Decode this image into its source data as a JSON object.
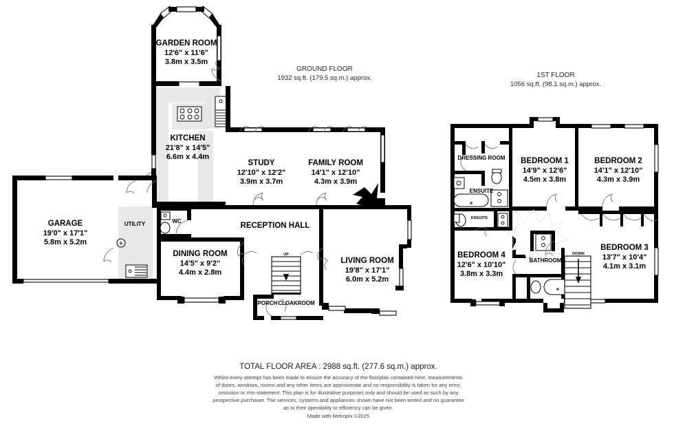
{
  "document": {
    "type": "floorplan",
    "total_area_label": "TOTAL FLOOR AREA : 2988 sq.ft. (277.6 sq.m.) approx.",
    "made_with": "Made with Metropix ©2025",
    "disclaimer": [
      "Whilst every attempt has been made to ensure the accuracy of the floorplan contained here, measurements",
      "of doors, windows, rooms and any other items are approximate and no responsibility is taken for any error,",
      "omission or mis-statement. This plan is for illustrative purposes only and should be used as such by any",
      "prospective purchaser. The services, systems and appliances shown have not been tested and no guarantee",
      "as to their operability or efficiency can be given."
    ]
  },
  "floors": [
    {
      "id": "ground",
      "title": "GROUND FLOOR",
      "area": "1932 sq.ft. (179.5 sq.m.) approx."
    },
    {
      "id": "first",
      "title": "1ST FLOOR",
      "area": "1056 sq.ft. (98.1 sq.m.) approx."
    }
  ],
  "ground_rooms": [
    {
      "name": "GARDEN ROOM",
      "dim_imperial": "12'6\"  x 11'6\"",
      "dim_metric": "3.8m  x 3.5m"
    },
    {
      "name": "KITCHEN",
      "dim_imperial": "21'8\"  x 14'5\"",
      "dim_metric": "6.6m  x 4.4m"
    },
    {
      "name": "STUDY",
      "dim_imperial": "12'10\"  x 12'2\"",
      "dim_metric": "3.9m  x 3.7m"
    },
    {
      "name": "FAMILY ROOM",
      "dim_imperial": "14'1\"  x 12'10\"",
      "dim_metric": "4.3m  x 3.9m"
    },
    {
      "name": "GARAGE",
      "dim_imperial": "19'0\"  x 17'1\"",
      "dim_metric": "5.8m  x 5.2m"
    },
    {
      "name": "DINING ROOM",
      "dim_imperial": "14'5\"  x 9'2\"",
      "dim_metric": "4.4m  x 2.8m"
    },
    {
      "name": "LIVING ROOM",
      "dim_imperial": "19'8\"  x 17'1\"",
      "dim_metric": "6.0m  x 5.2m"
    }
  ],
  "ground_labels": {
    "reception_hall": "RECEPTION HALL",
    "utility": "UTILITY",
    "wc": "WC",
    "porch": "PORCH",
    "cloakroom": "CLOAKROOM",
    "boiler": "B",
    "stairs_up": "UP"
  },
  "first_rooms": [
    {
      "name": "BEDROOM 1",
      "dim_imperial": "14'9\"  x 12'6\"",
      "dim_metric": "4.5m  x 3.8m"
    },
    {
      "name": "BEDROOM 2",
      "dim_imperial": "14'1\"  x 12'10\"",
      "dim_metric": "4.3m  x 3.9m"
    },
    {
      "name": "BEDROOM 3",
      "dim_imperial": "13'7\"  x 10'4\"",
      "dim_metric": "4.1m  x 3.1m"
    },
    {
      "name": "BEDROOM 4",
      "dim_imperial": "12'6\"  x 10'10\"",
      "dim_metric": "3.8m  x 3.3m"
    }
  ],
  "first_labels": {
    "dressing_room": "DRESSING ROOM",
    "ensuite_main": "ENSUITE",
    "ensuite_small": "ENSUITE",
    "bathroom": "BATHROOM",
    "stairs_down": "DOWN"
  },
  "colors": {
    "wall": "#000000",
    "background": "#ffffff",
    "unit_fill": "#e8e8e8",
    "text": "#000000",
    "disclaimer_text": "#3d3d3d"
  }
}
